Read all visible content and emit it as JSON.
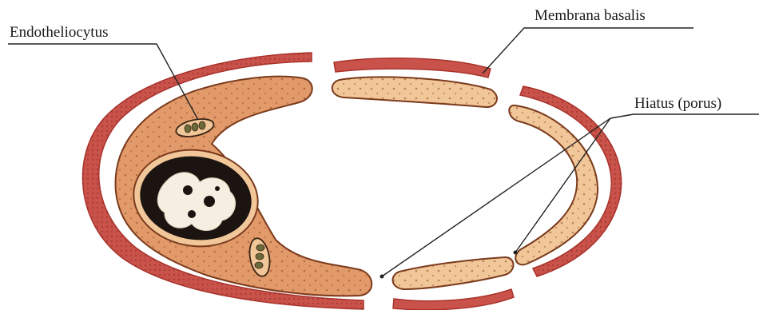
{
  "labels": {
    "endotheliocytus": "Endotheliocytus",
    "membrana_basalis": "Membrana basalis",
    "hiatus": "Hiatus (porus)"
  },
  "colors": {
    "membrane": "#c9534a",
    "membrane_dark": "#a9332c",
    "cytoplasm": "#e39a6a",
    "cytoplasm_light": "#f1c79a",
    "nucleus_envelope": "#1c1410",
    "chromatin_light": "#f4efe0",
    "cell_outline": "#7a3a1c",
    "leader_line": "#222222"
  }
}
